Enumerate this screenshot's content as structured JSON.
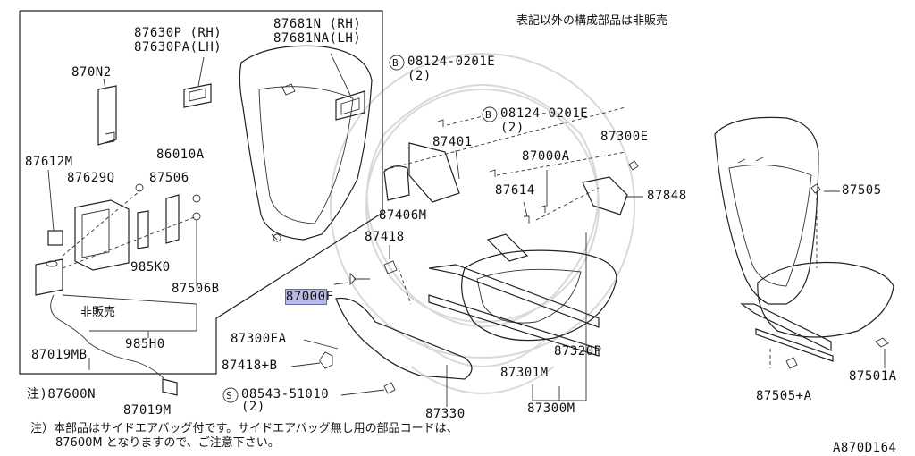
{
  "header_note": "表記以外の構成部品は非販売",
  "diagram_code": "A870D164",
  "footnote_line1": "注）本部品はサイドエアバッグ付です。サイドエアバッグ無し用の部品コードは、",
  "footnote_line2": "87600M となりますので、ご注意下さい。",
  "labels": {
    "p87630p": "87630P (RH)",
    "p87630pa": "87630PA(LH)",
    "p87681n": "87681N (RH)",
    "p87681na": "87681NA(LH)",
    "p870n2": "870N2",
    "p86010a": "86010A",
    "p87612m": "87612M",
    "p87629q": "87629Q",
    "p87506": "87506",
    "p985k0": "985K0",
    "p87506b": "87506B",
    "hihanbai": "非販売",
    "p985h0": "985H0",
    "p87019mb": "87019MB",
    "p87600n": "注)87600N",
    "p87019m": "87019M",
    "bolt1": "08124-0201E",
    "bolt1_qty": "(2)",
    "bolt2": "08124-0201E",
    "bolt2_qty": "(2)",
    "b_mark": "B",
    "s_mark": "S",
    "p87401": "87401",
    "p87406m": "87406M",
    "p87300e": "87300E",
    "p87000a": "87000A",
    "p87614": "87614",
    "p87848": "87848",
    "p87418": "87418",
    "p87000f_hl": "87000",
    "p87000f_suffix": "F",
    "p87300ea": "87300EA",
    "p87418b": "87418+B",
    "screw": "08543-51010",
    "screw_qty": "(2)",
    "p87330": "87330",
    "p87320p": "87320P",
    "p87301m": "87301M",
    "p87300m": "87300M",
    "p87505": "87505",
    "p87501a": "87501A",
    "p87505a": "87505+A"
  }
}
